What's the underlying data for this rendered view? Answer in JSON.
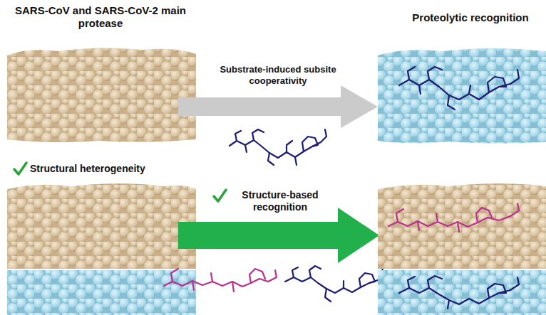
{
  "diagram": {
    "labels": [
      "SARS-CoV and SARS-CoV-2 main protease",
      "Proteolytic recognition",
      "Substrate-induced subsite cooperativity",
      "Structural heterogeneity",
      "Structure-based recognition"
    ]
  }
}
